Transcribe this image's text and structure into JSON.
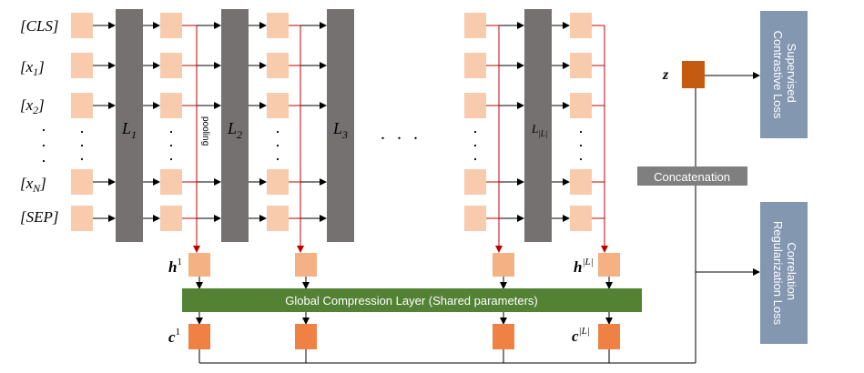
{
  "inputs": {
    "cls": "[CLS]",
    "x1_base": "[x",
    "x1_sub": "1",
    "x1_close": "]",
    "x2_base": "[x",
    "x2_sub": "2",
    "x2_close": "]",
    "xn_base": "[x",
    "xn_sub": "N",
    "xn_close": "]",
    "sep": "[SEP]"
  },
  "layers": {
    "l1_base": "L",
    "l1_sub": "1",
    "l2_base": "L",
    "l2_sub": "2",
    "l3_base": "L",
    "l3_sub": "3",
    "llast_base": "L",
    "llast_sub": "|L|"
  },
  "pooling_label": "pooling",
  "ellipsis": ". . .",
  "hidden": {
    "h1_base": "h",
    "h1_sup": "1",
    "hl_base": "h",
    "hl_sup": "|L|"
  },
  "compressed": {
    "c1_base": "c",
    "c1_sup": "1",
    "cl_base": "c",
    "cl_sup": "|L|"
  },
  "compression_layer": "Global Compression Layer (Shared parameters)",
  "concatenation": "Concatenation",
  "z_label": "z",
  "losses": {
    "supervised_line1": "Supervised",
    "supervised_line2": "Contrastive Loss",
    "correlation_line1": "Correlation",
    "correlation_line2": "Regularization Loss"
  },
  "colors": {
    "token_box": "#f8cbad",
    "hidden_box": "#f4b183",
    "compressed_box": "#f08144",
    "z_box": "#c55a11",
    "layer_block": "#767171",
    "compression_bar": "#548235",
    "concat_box": "#7f7f7f",
    "loss_box": "#8497b0",
    "pool_arrow": "#c00000",
    "arrow": "#000000"
  }
}
